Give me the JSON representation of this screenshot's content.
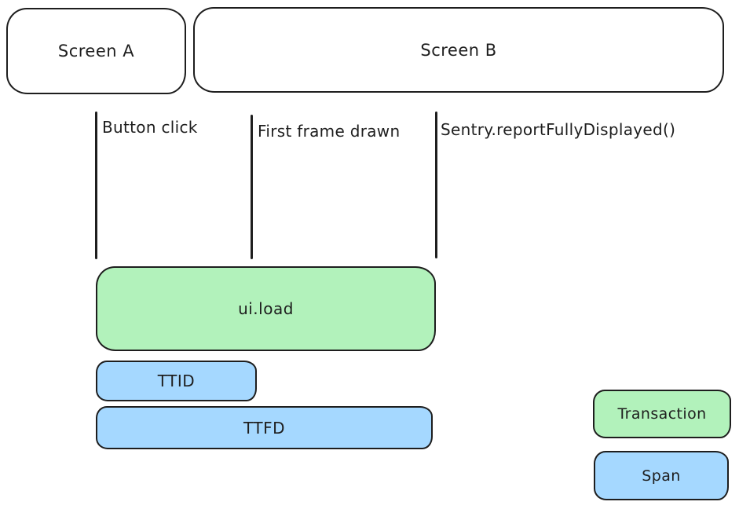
{
  "colors": {
    "background": "#ffffff",
    "stroke": "#1e1e1e",
    "transaction_fill": "#b2f2bb",
    "span_fill": "#a5d8ff"
  },
  "screens": {
    "screen_a": {
      "label": "Screen A"
    },
    "screen_b": {
      "label": "Screen B"
    }
  },
  "timeline_markers": {
    "button_click": {
      "label": "Button click"
    },
    "first_frame_drawn": {
      "label": "First frame drawn"
    },
    "report_fully_displayed": {
      "label": "Sentry.reportFullyDisplayed()"
    }
  },
  "bars": {
    "ui_load": {
      "label": "ui.load",
      "kind": "transaction"
    },
    "ttid": {
      "label": "TTID",
      "kind": "span"
    },
    "ttfd": {
      "label": "TTFD",
      "kind": "span"
    }
  },
  "legend": {
    "transaction": {
      "label": "Transaction",
      "kind": "transaction"
    },
    "span": {
      "label": "Span",
      "kind": "span"
    }
  }
}
